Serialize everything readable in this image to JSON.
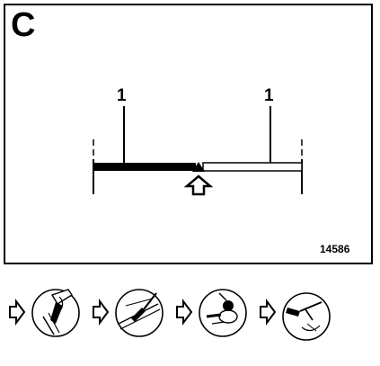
{
  "panel": {
    "letter": "C",
    "figure_number": "14586"
  },
  "labels": {
    "left_ref": "1",
    "right_ref": "1"
  },
  "bar": {
    "filled_color": "#000000",
    "empty_color": "#ffffff",
    "marker": "triangle-marker",
    "pointer": "up-arrow-icon"
  },
  "process_steps": [
    {
      "icon": "sanding-tool-icon"
    },
    {
      "icon": "scraper-tool-icon"
    },
    {
      "icon": "polisher-tool-icon"
    },
    {
      "icon": "spray-gun-icon"
    }
  ]
}
